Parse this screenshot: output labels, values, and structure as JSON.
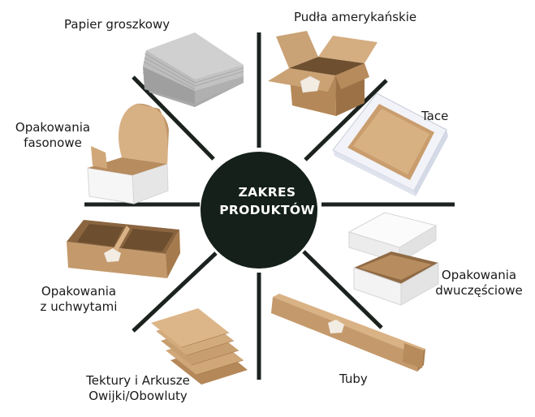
{
  "center": {
    "line1": "ZAKRES",
    "line2": "PRODUKTÓW"
  },
  "colors": {
    "spoke": "#1c231f",
    "circle": "#142019",
    "kraft": "#c49a6c",
    "kraft_dark": "#a57a4d",
    "white_box": "#f4f4f4",
    "grey_paper": "#b9b9b9"
  },
  "products": [
    {
      "id": "papier",
      "label": [
        "Papier groszkowy"
      ]
    },
    {
      "id": "pudla",
      "label": [
        "Pudła amerykańskie"
      ]
    },
    {
      "id": "tace",
      "label": [
        "Tace"
      ]
    },
    {
      "id": "dwuczesciowe",
      "label": [
        "Opakowania",
        "dwuczęściowe"
      ]
    },
    {
      "id": "tuby",
      "label": [
        "Tuby"
      ]
    },
    {
      "id": "tektury",
      "label": [
        "Tektury i Arkusze",
        "Owijki/Obowluty"
      ]
    },
    {
      "id": "uchwyty",
      "label": [
        "Opakowania",
        "z uchwytami"
      ]
    },
    {
      "id": "fasonowe",
      "label": [
        "Opakowania",
        "fasonowe"
      ]
    }
  ]
}
